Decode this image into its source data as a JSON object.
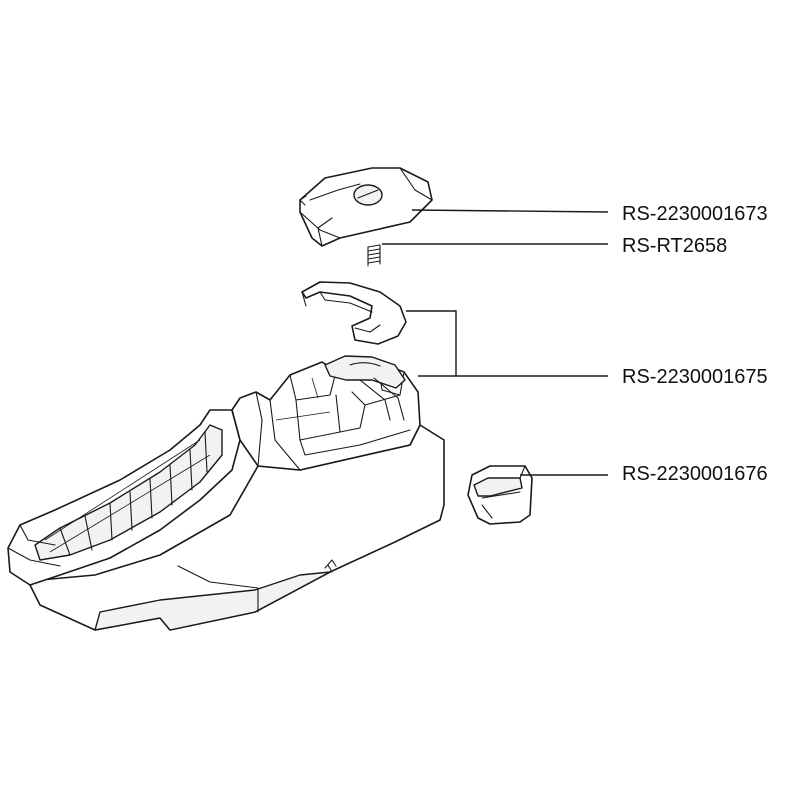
{
  "diagram": {
    "parts": [
      {
        "id": "top-cover",
        "ref": "RS-2230001673"
      },
      {
        "id": "spring",
        "ref": "RS-RT2658"
      },
      {
        "id": "handle-trim",
        "ref": "RS-2230001675"
      },
      {
        "id": "release-button",
        "ref": "RS-2230001676"
      }
    ]
  },
  "colors": {
    "line": "#1a1a1a",
    "background": "#ffffff"
  }
}
